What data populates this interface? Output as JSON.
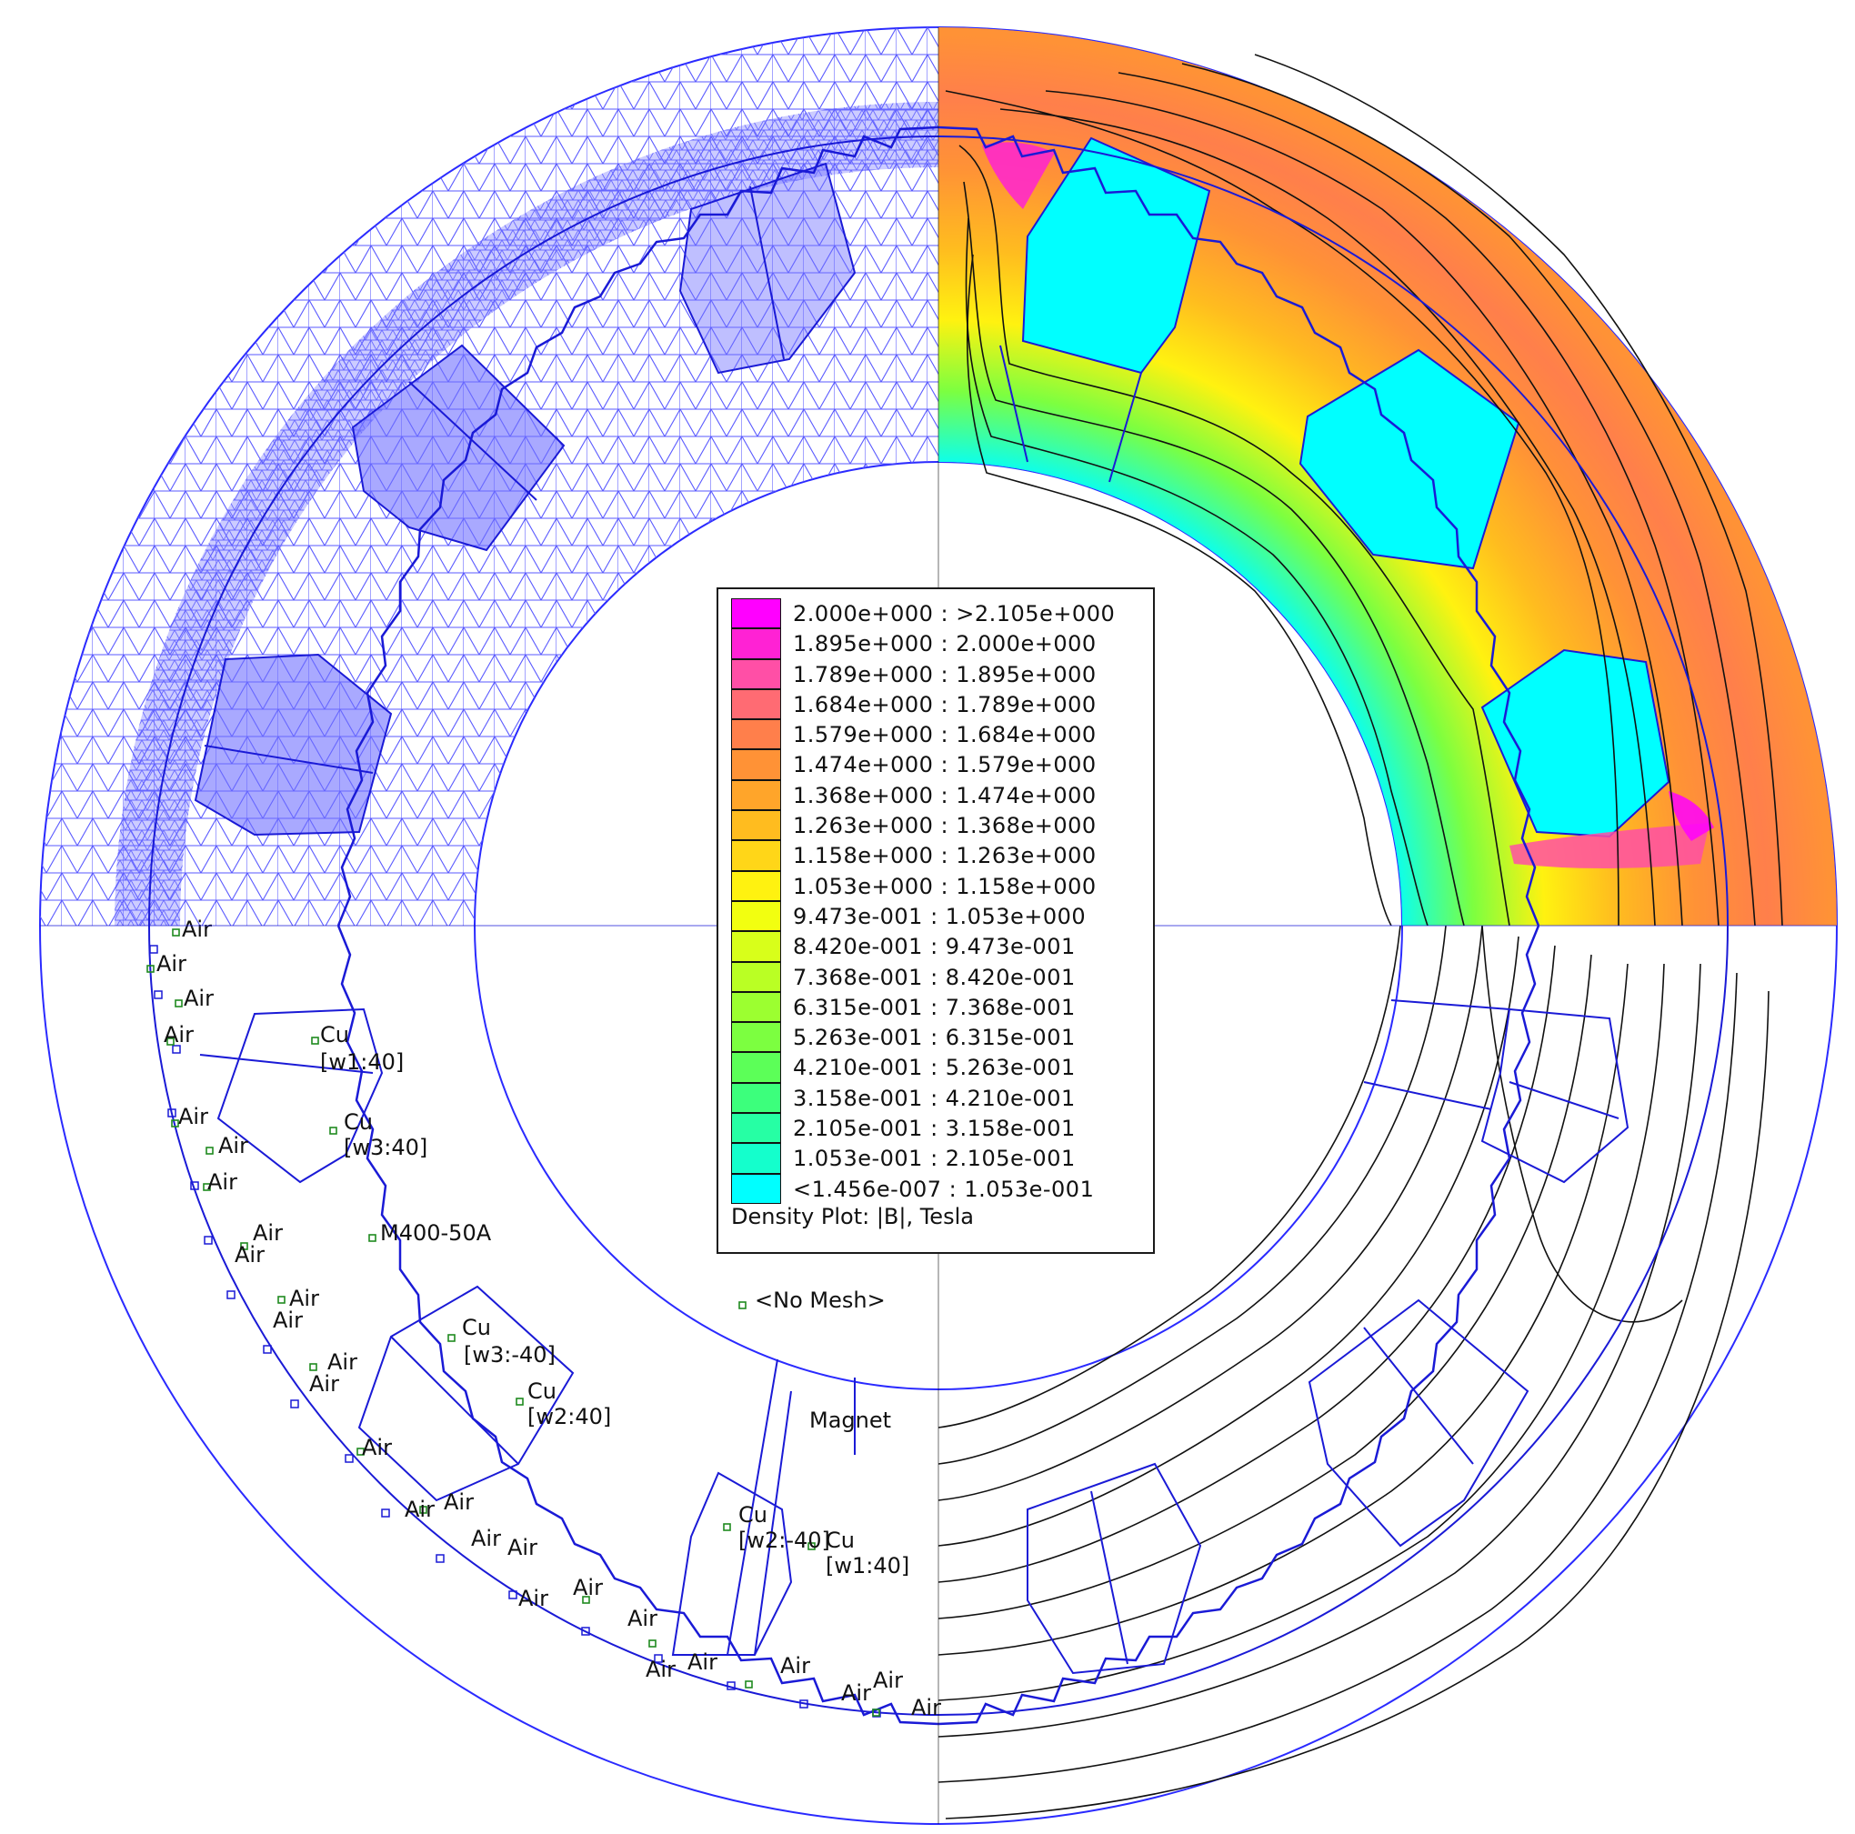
{
  "colors": {
    "mesh": "#4b4bff",
    "outline": "#1a1ad6",
    "point": "#1f8a1f",
    "contour": "#111111"
  },
  "legend": {
    "title": "Density Plot: |B|, Tesla",
    "rows": [
      {
        "label": "2.000e+000 : >2.105e+000",
        "color": "#ff00ff"
      },
      {
        "label": "1.895e+000 : 2.000e+000",
        "color": "#ff22d4"
      },
      {
        "label": "1.789e+000 : 1.895e+000",
        "color": "#ff4fa6"
      },
      {
        "label": "1.684e+000 : 1.789e+000",
        "color": "#ff6b73"
      },
      {
        "label": "1.579e+000 : 1.684e+000",
        "color": "#ff7f4b"
      },
      {
        "label": "1.474e+000 : 1.579e+000",
        "color": "#ff9236"
      },
      {
        "label": "1.368e+000 : 1.474e+000",
        "color": "#ffa52a"
      },
      {
        "label": "1.263e+000 : 1.368e+000",
        "color": "#ffbc1f"
      },
      {
        "label": "1.158e+000 : 1.263e+000",
        "color": "#ffd618"
      },
      {
        "label": "1.053e+000 : 1.158e+000",
        "color": "#fff210"
      },
      {
        "label": "9.473e-001 : 1.053e+000",
        "color": "#f2ff10"
      },
      {
        "label": "8.420e-001 : 9.473e-001",
        "color": "#d8ff1a"
      },
      {
        "label": "7.368e-001 : 8.420e-001",
        "color": "#baff24"
      },
      {
        "label": "6.315e-001 : 7.368e-001",
        "color": "#9cff30"
      },
      {
        "label": "5.263e-001 : 6.315e-001",
        "color": "#7cff40"
      },
      {
        "label": "4.210e-001 : 5.263e-001",
        "color": "#5cff58"
      },
      {
        "label": "3.158e-001 : 4.210e-001",
        "color": "#3cff7c"
      },
      {
        "label": "2.105e-001 : 3.158e-001",
        "color": "#26ffa4"
      },
      {
        "label": "1.053e-001 : 2.105e-001",
        "color": "#14ffcc"
      },
      {
        "label": "<1.456e-007 : 1.053e-001",
        "color": "#00ffff"
      }
    ]
  },
  "block_labels": {
    "air": "Air",
    "cu": "Cu",
    "w1": "[w1:40]",
    "w3": "[w3:40]",
    "w3neg": "[w3:-40]",
    "w2": "[w2:40]",
    "w2neg": "[w2:-40]",
    "w1b": "[w1:40]",
    "steel": "M400-50A",
    "nomesh": "<No Mesh>",
    "magnet": "Magnet"
  }
}
